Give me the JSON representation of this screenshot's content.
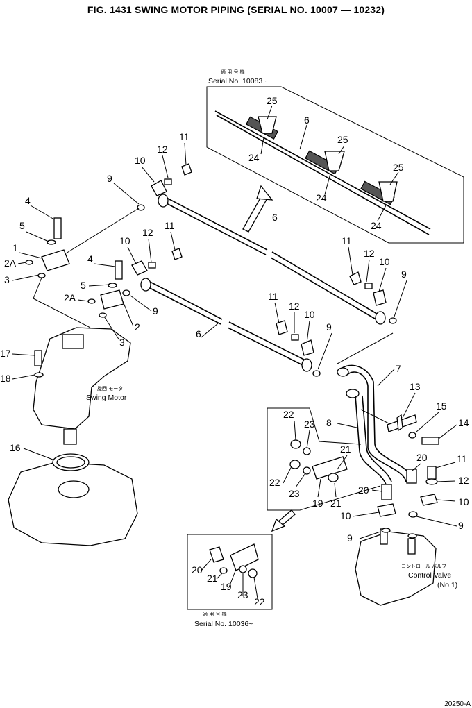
{
  "title": "FIG. 1431  SWING MOTOR PIPING (SERIAL NO. 10007 — 10232)",
  "insets": {
    "top_jp": "適 用 号 機",
    "top_serial": "Serial No. 10083~",
    "bottom_jp": "適 用 号 機",
    "bottom_serial": "Serial No. 10036~"
  },
  "components": {
    "swing_motor_jp": "旋回 モータ",
    "swing_motor": "Swing Motor",
    "control_valve_jp": "コントロール バルブ",
    "control_valve": "Control Valve",
    "control_valve_no": "(No.1)"
  },
  "labels": {
    "l25a": "25",
    "l6a": "6",
    "l24a": "24",
    "l25b": "25",
    "l24b": "24",
    "l25c": "25",
    "l24c": "24",
    "l11a": "11",
    "l12a": "12",
    "l10a": "10",
    "l9a": "9",
    "l4a": "4",
    "l5a": "5",
    "l1": "1",
    "l2Aa": "2A",
    "l3a": "3",
    "l6b": "6",
    "l11b": "11",
    "l12b": "12",
    "l10b": "10",
    "l4b": "4",
    "l5b": "5",
    "l2Ab": "2A",
    "l2": "2",
    "l9b": "9",
    "l3b": "3",
    "l11c": "11",
    "l12c": "12",
    "l10c": "10",
    "l9c": "9",
    "l11d": "11",
    "l12d": "12",
    "l10d": "10",
    "l9d": "9",
    "l6c": "6",
    "l17": "17",
    "l18": "18",
    "l7": "7",
    "l13": "13",
    "l15": "15",
    "l14": "14",
    "l8": "8",
    "l22a": "22",
    "l23a": "23",
    "l21a": "21",
    "l20a": "20",
    "l11e": "11",
    "l22b": "22",
    "l23b": "23",
    "l19a": "19",
    "l21b": "21",
    "l20b": "20",
    "l12e": "12",
    "l10e": "10",
    "l10f": "10",
    "l16": "16",
    "l9e": "9",
    "l9f": "9",
    "l20c": "20",
    "l21c": "21",
    "l19b": "19",
    "l23c": "23",
    "l22c": "22"
  },
  "page_code": "20250-A"
}
